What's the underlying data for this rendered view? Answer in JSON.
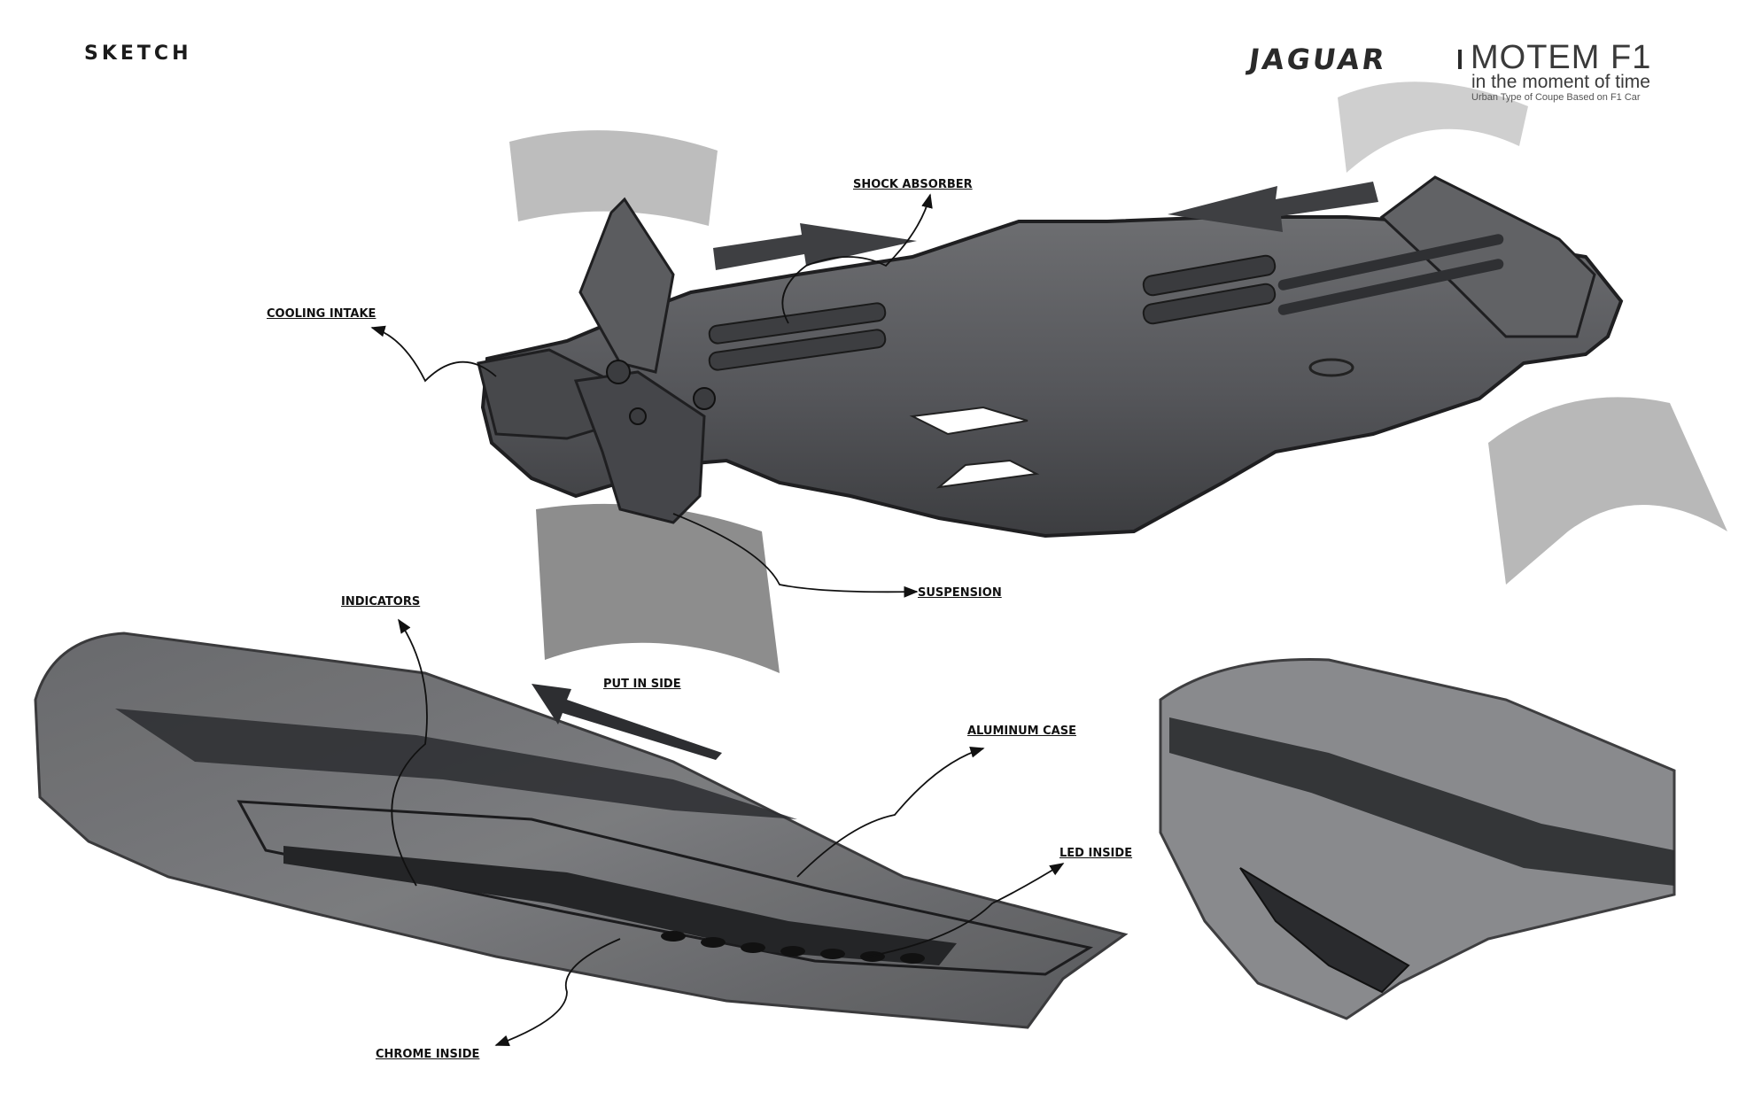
{
  "corner_label": "SKETCH",
  "brand": {
    "make": "JAGUAR",
    "model": "MOTEM F1",
    "tagline": "in the moment of time",
    "subtitle": "Urban Type of Coupe Based on F1 Car"
  },
  "callouts": {
    "shock_absorber": "SHOCK ABSORBER",
    "cooling_intake": "COOLING INTAKE",
    "suspension": "SUSPENSION",
    "indicators": "INDICATORS",
    "put_in_side": "PUT IN SIDE",
    "aluminum_case": "ALUMINUM CASE",
    "led_inside": "LED INSIDE",
    "chrome_inside": "CHROME INSIDE"
  },
  "colors": {
    "chassis": "#5a5b5e",
    "chassis_dark": "#2e2f31",
    "wheel_light": "#bdbdbd",
    "wheel_dark": "#8a8a8a",
    "ink": "#111111"
  }
}
